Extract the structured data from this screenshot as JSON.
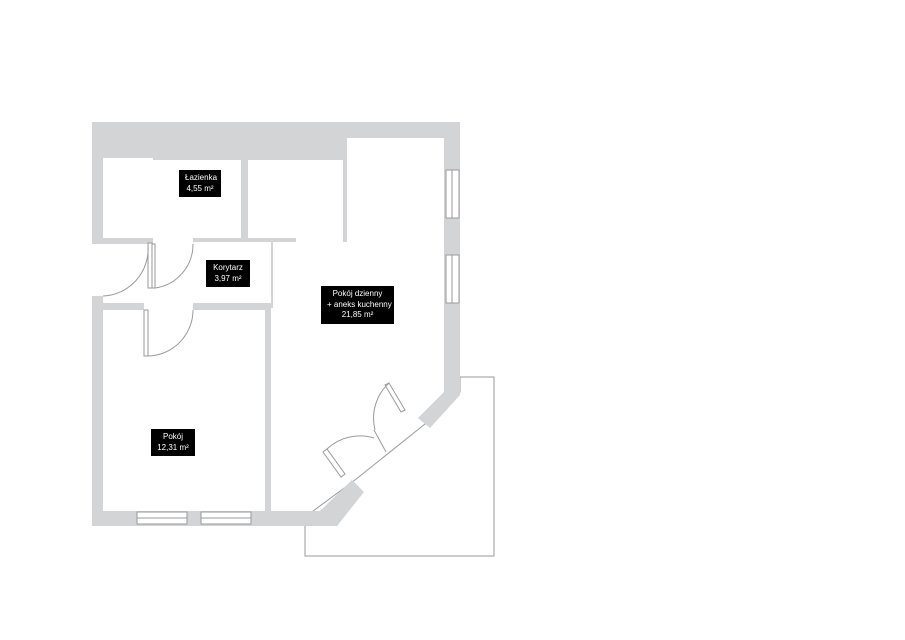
{
  "colors": {
    "wall": "#d2d4d6",
    "line": "#9a9a9a",
    "label_bg": "#000000",
    "label_text": "#ffffff"
  },
  "rooms": {
    "bathroom": {
      "name": "Łazienka",
      "area": "4,55 m²"
    },
    "corridor": {
      "name": "Korytarz",
      "area": "3,97 m²"
    },
    "living": {
      "name_line1": "Pokój dzienny",
      "name_line2": "+ aneks kuchenny",
      "area": "21,85 m²"
    },
    "room": {
      "name": "Pokój",
      "area": "12,31 m²"
    }
  }
}
